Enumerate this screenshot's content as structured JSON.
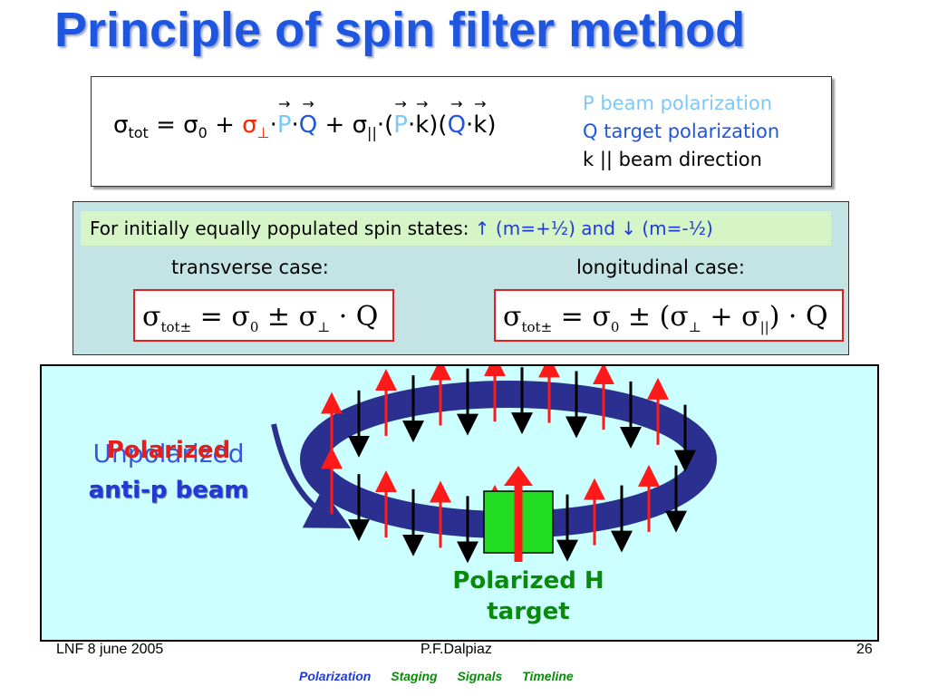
{
  "title": "Principle of spin filter method",
  "formula": {
    "sigma": "σ",
    "tot": "tot",
    "eq": " = σ",
    "zero": "0",
    "plus1": " + ",
    "sigma_perp": "σ",
    "perp": "⊥",
    "dot": "·",
    "P": "P",
    "Q": "Q",
    "plus2": " + σ",
    "par": "||",
    "open": "·(",
    "k": "k",
    "close_open": ")(",
    "close": ")"
  },
  "legend": {
    "p": "P beam polarization",
    "q": "Q target polarization",
    "k": "k || beam direction"
  },
  "banner": {
    "text": "For initially equally populated spin states: ",
    "up": "↑ (m=+½) and ↓ (m=-½)"
  },
  "cases": {
    "transverse": "transverse case:",
    "longitudinal": "longitudinal case:"
  },
  "eq_transverse": {
    "lhs": "σ",
    "sub": "tot±",
    "rhs": " = σ",
    "zero": "0",
    "pm": " ± σ",
    "perp": "⊥",
    "tail": " · Q"
  },
  "eq_longitudinal": {
    "lhs": "σ",
    "sub": "tot±",
    "rhs": " = σ",
    "zero": "0",
    "pm": " ± (σ",
    "perp": "⊥",
    "plus": " + σ",
    "par": "||",
    "tail": ") · Q"
  },
  "diagram": {
    "unpolarized": "Unpolarized",
    "polarized": "Polarized",
    "beam": "anti-p beam",
    "target_line1": "Polarized H",
    "target_line2": "target"
  },
  "footer": {
    "left": "LNF   8 june 2005",
    "center": "P.F.Dalpiaz",
    "right": "26"
  },
  "nav": {
    "polarization": "Polarization",
    "staging": "Staging",
    "signals": "Signals",
    "timeline": "Timeline",
    "colors": {
      "polarization": "#1f3ad8",
      "staging": "#0a8a0a",
      "signals": "#0a8a0a",
      "timeline": "#0a8a0a"
    }
  },
  "colors": {
    "title": "#1f56e0",
    "ring": "#2b2f8f",
    "arrow_red": "#ff1a1a",
    "arrow_black": "#000000",
    "target_green": "#22dd22"
  }
}
